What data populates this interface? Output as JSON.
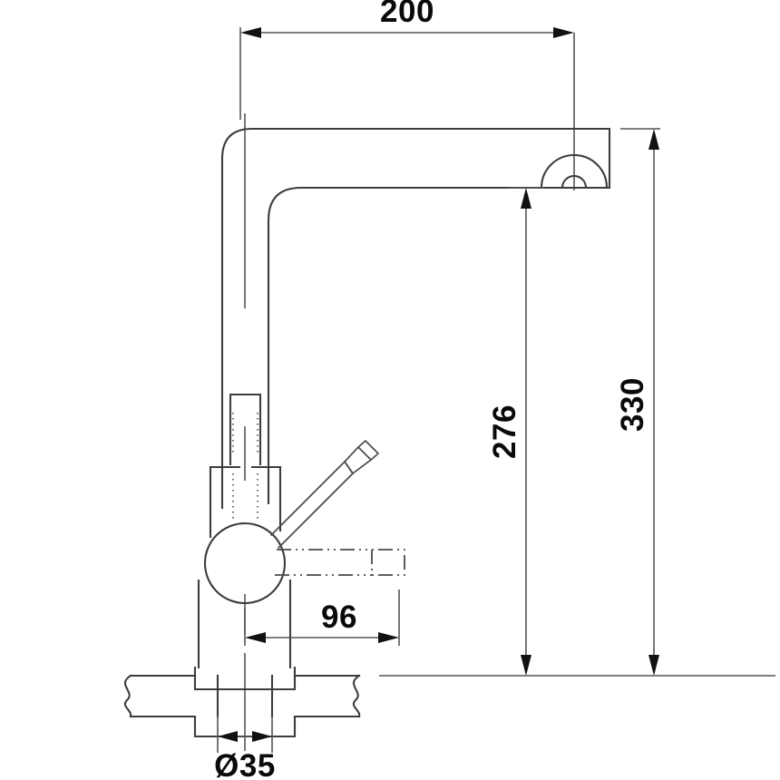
{
  "drawing": {
    "title": "Kitchen Mixer Tap Dimensional Drawing",
    "units": "mm",
    "line_color": "#3d3d3d",
    "dimension_color": "#555555",
    "text_color": "#0a0a0a",
    "background": "#ffffff"
  },
  "dimensions": {
    "spout_reach": {
      "label": "200",
      "orientation": "horizontal",
      "position": "top",
      "description": "horizontal spout projection from column centerline to aerator centerline"
    },
    "spout_height": {
      "label": "276",
      "orientation": "vertical",
      "position": "middle-right",
      "description": "height from counter surface to underside of spout outlet"
    },
    "overall_height": {
      "label": "330",
      "orientation": "vertical",
      "position": "far-right",
      "description": "overall height from counter surface to top of spout"
    },
    "handle_clearance": {
      "label": "96",
      "orientation": "horizontal",
      "position": "lower-middle",
      "description": "lever swing clearance measured from body centerline"
    },
    "base_diameter": {
      "label": "Ø35",
      "orientation": "horizontal",
      "position": "bottom",
      "description": "mounting shank / tap hole diameter"
    }
  },
  "components": [
    {
      "name": "spout-arm",
      "description": "L-shaped horizontal spout arm with radiused bend"
    },
    {
      "name": "aerator",
      "description": "semicircular outlet / aerator at spout end"
    },
    {
      "name": "column",
      "description": "vertical riser column"
    },
    {
      "name": "cartridge-body",
      "description": "circular mixer cartridge body"
    },
    {
      "name": "lever-handle",
      "description": "angled lever handle with grip"
    },
    {
      "name": "lever-handle-phantom",
      "description": "lever shown in horizontal swung position"
    },
    {
      "name": "base-flange",
      "description": "deck mounting flange / escutcheon"
    },
    {
      "name": "mounting-shank",
      "description": "threaded shank through the counter"
    },
    {
      "name": "lock-washer",
      "description": "lock washer / fixing nut below counter"
    },
    {
      "name": "countertop",
      "description": "counter surface shown with break lines"
    }
  ]
}
